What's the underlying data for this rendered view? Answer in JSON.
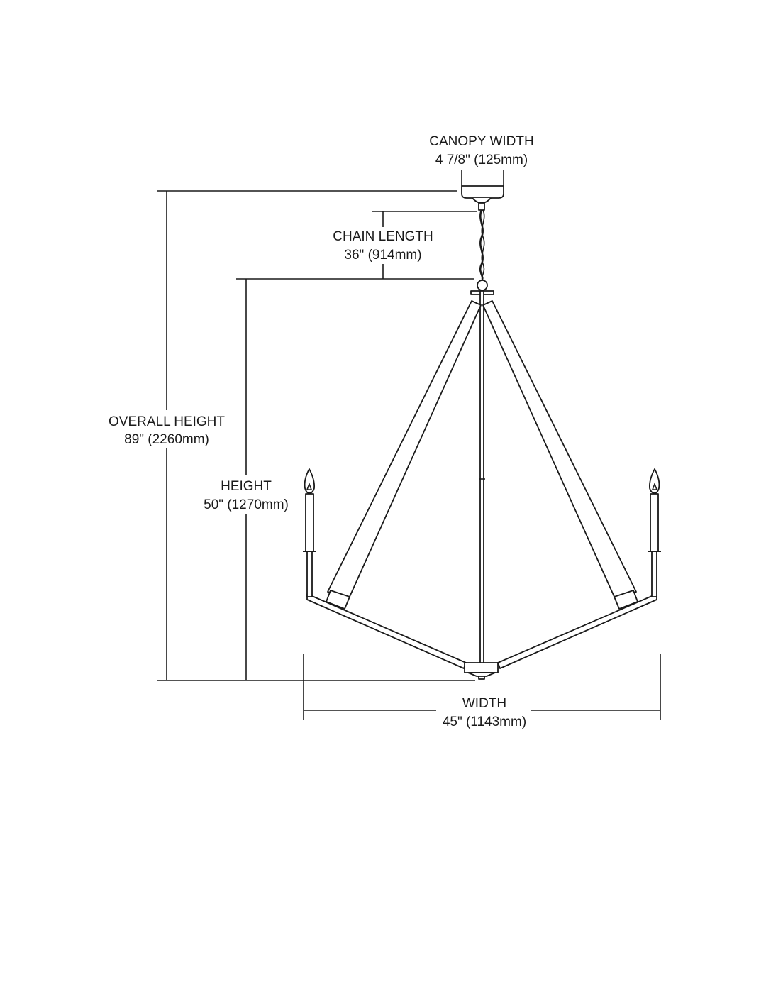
{
  "dimensions": {
    "canopy_width": {
      "label": "CANOPY WIDTH",
      "value": "4 7/8\" (125mm)"
    },
    "chain_length": {
      "label": "CHAIN LENGTH",
      "value": "36\" (914mm)"
    },
    "overall_height": {
      "label": "OVERALL HEIGHT",
      "value": "89\" (2260mm)"
    },
    "height": {
      "label": "HEIGHT",
      "value": "50\" (1270mm)"
    },
    "width": {
      "label": "WIDTH",
      "value": "45\" (1143mm)"
    }
  }
}
